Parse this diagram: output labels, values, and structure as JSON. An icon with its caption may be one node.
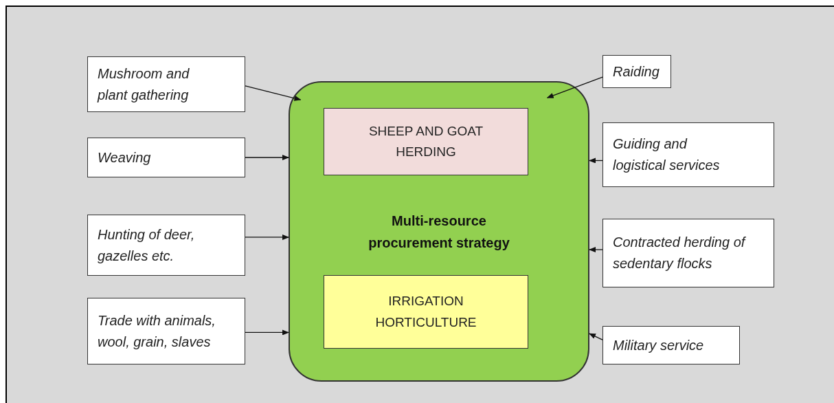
{
  "diagram": {
    "nodes": [
      {
        "text": [
          "Multi-resource procurement strategy"
        ]
      },
      {
        "text": [
          "SHEEP AND GOAT HERDING"
        ],
        "in": 0
      },
      {
        "text": [
          "IRRIGATION HORTICULTURE"
        ],
        "in": 0
      },
      {
        "text": [
          "Mushroom and plant gathering"
        ]
      },
      {
        "text": [
          "Weaving"
        ]
      },
      {
        "text": [
          "Hunting of deer, gazelles etc."
        ]
      },
      {
        "text": [
          "Trade with animals, wool, grain, slaves"
        ]
      },
      {
        "text": [
          "Raiding"
        ]
      },
      {
        "text": [
          "Guiding and logistical services"
        ]
      },
      {
        "text": [
          "Contracted herding of sedentary flocks"
        ]
      },
      {
        "text": [
          "Military service"
        ]
      }
    ],
    "edges": [
      {
        "from": 3,
        "to": 0,
        "arrow": "to"
      },
      {
        "from": 4,
        "to": 0,
        "arrow": "to"
      },
      {
        "from": 5,
        "to": 0,
        "arrow": "to"
      },
      {
        "from": 6,
        "to": 0,
        "arrow": "to"
      },
      {
        "from": 7,
        "to": 0,
        "arrow": "to"
      },
      {
        "from": 8,
        "to": 0,
        "arrow": "to"
      },
      {
        "from": 9,
        "to": 0,
        "arrow": "to"
      },
      {
        "from": 10,
        "to": 0,
        "arrow": "to"
      }
    ]
  }
}
